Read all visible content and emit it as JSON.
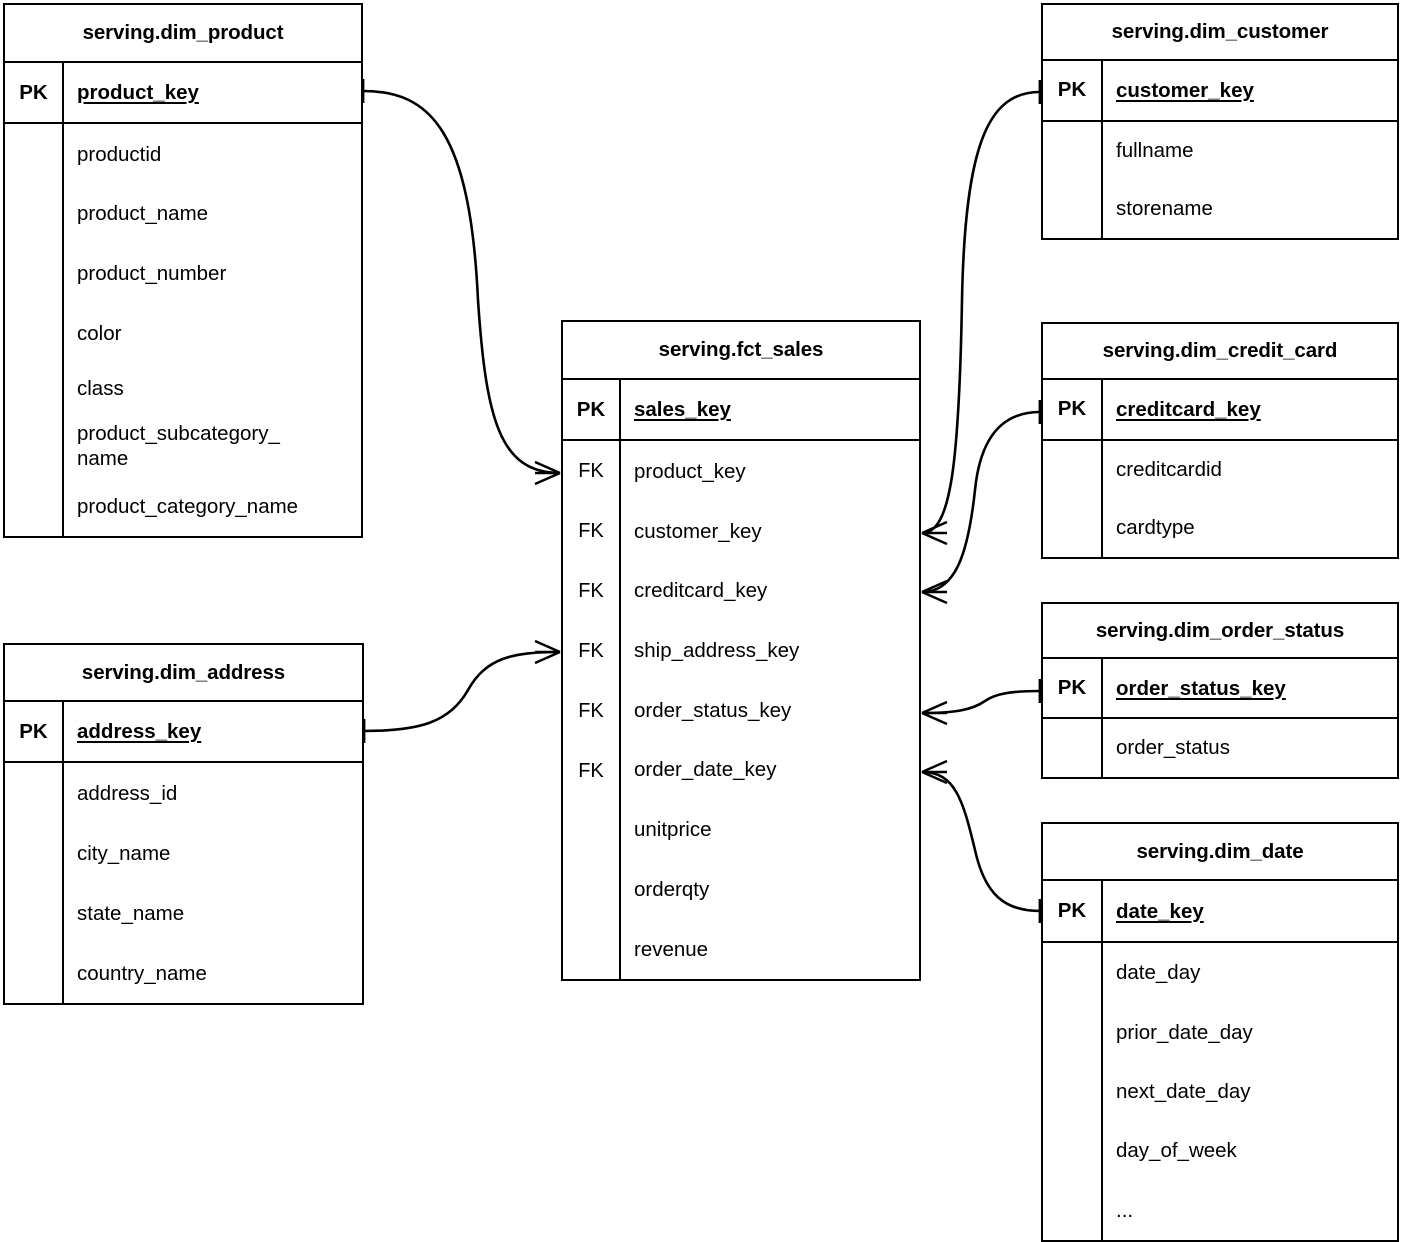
{
  "diagram": {
    "type": "entity-relationship-diagram",
    "notation": "crow's-foot",
    "colors": {
      "line": "#000000",
      "background": "#ffffff",
      "text": "#000000"
    },
    "key_labels": {
      "primary": "PK",
      "foreign": "FK"
    }
  },
  "entities": [
    {
      "id": "dim_product",
      "title": "serving.dim_product",
      "pk": {
        "key": "PK",
        "name": "product_key"
      },
      "columns": [
        {
          "key": "",
          "name": "productid"
        },
        {
          "key": "",
          "name": "product_name"
        },
        {
          "key": "",
          "name": "product_number"
        },
        {
          "key": "",
          "name": "color"
        },
        {
          "key": "",
          "name": "class"
        },
        {
          "key": "",
          "name": "product_subcategory_\nname"
        },
        {
          "key": "",
          "name": "product_category_name"
        }
      ]
    },
    {
      "id": "dim_address",
      "title": "serving.dim_address",
      "pk": {
        "key": "PK",
        "name": "address_key"
      },
      "columns": [
        {
          "key": "",
          "name": "address_id"
        },
        {
          "key": "",
          "name": "city_name"
        },
        {
          "key": "",
          "name": "state_name"
        },
        {
          "key": "",
          "name": "country_name"
        }
      ]
    },
    {
      "id": "fct_sales",
      "title": "serving.fct_sales",
      "pk": {
        "key": "PK",
        "name": "sales_key"
      },
      "columns": [
        {
          "key": "FK",
          "name": "product_key"
        },
        {
          "key": "FK",
          "name": "customer_key"
        },
        {
          "key": "FK",
          "name": "creditcard_key"
        },
        {
          "key": "FK",
          "name": "ship_address_key"
        },
        {
          "key": "FK",
          "name": "order_status_key"
        },
        {
          "key": "FK",
          "name": "order_date_key"
        },
        {
          "key": "",
          "name": "unitprice"
        },
        {
          "key": "",
          "name": "orderqty"
        },
        {
          "key": "",
          "name": "revenue"
        }
      ]
    },
    {
      "id": "dim_customer",
      "title": "serving.dim_customer",
      "pk": {
        "key": "PK",
        "name": "customer_key"
      },
      "columns": [
        {
          "key": "",
          "name": "fullname"
        },
        {
          "key": "",
          "name": "storename"
        }
      ]
    },
    {
      "id": "dim_credit_card",
      "title": "serving.dim_credit_card",
      "pk": {
        "key": "PK",
        "name": "creditcard_key"
      },
      "columns": [
        {
          "key": "",
          "name": "creditcardid"
        },
        {
          "key": "",
          "name": "cardtype"
        }
      ]
    },
    {
      "id": "dim_order_status",
      "title": "serving.dim_order_status",
      "pk": {
        "key": "PK",
        "name": "order_status_key"
      },
      "columns": [
        {
          "key": "",
          "name": "order_status"
        }
      ]
    },
    {
      "id": "dim_date",
      "title": "serving.dim_date",
      "pk": {
        "key": "PK",
        "name": "date_key"
      },
      "columns": [
        {
          "key": "",
          "name": "date_day"
        },
        {
          "key": "",
          "name": "prior_date_day"
        },
        {
          "key": "",
          "name": "next_date_day"
        },
        {
          "key": "",
          "name": "day_of_week"
        },
        {
          "key": "",
          "name": "..."
        }
      ]
    }
  ],
  "relationships": [
    {
      "from": "dim_product.product_key",
      "to": "fct_sales.product_key",
      "from_cardinality": "one",
      "to_cardinality": "many"
    },
    {
      "from": "dim_address.address_key",
      "to": "fct_sales.ship_address_key",
      "from_cardinality": "one",
      "to_cardinality": "many"
    },
    {
      "from": "dim_customer.customer_key",
      "to": "fct_sales.customer_key",
      "from_cardinality": "one",
      "to_cardinality": "many"
    },
    {
      "from": "dim_credit_card.creditcard_key",
      "to": "fct_sales.creditcard_key",
      "from_cardinality": "one",
      "to_cardinality": "many"
    },
    {
      "from": "dim_order_status.order_status_key",
      "to": "fct_sales.order_status_key",
      "from_cardinality": "one",
      "to_cardinality": "many"
    },
    {
      "from": "dim_date.date_key",
      "to": "fct_sales.order_date_key",
      "from_cardinality": "one",
      "to_cardinality": "many"
    }
  ]
}
